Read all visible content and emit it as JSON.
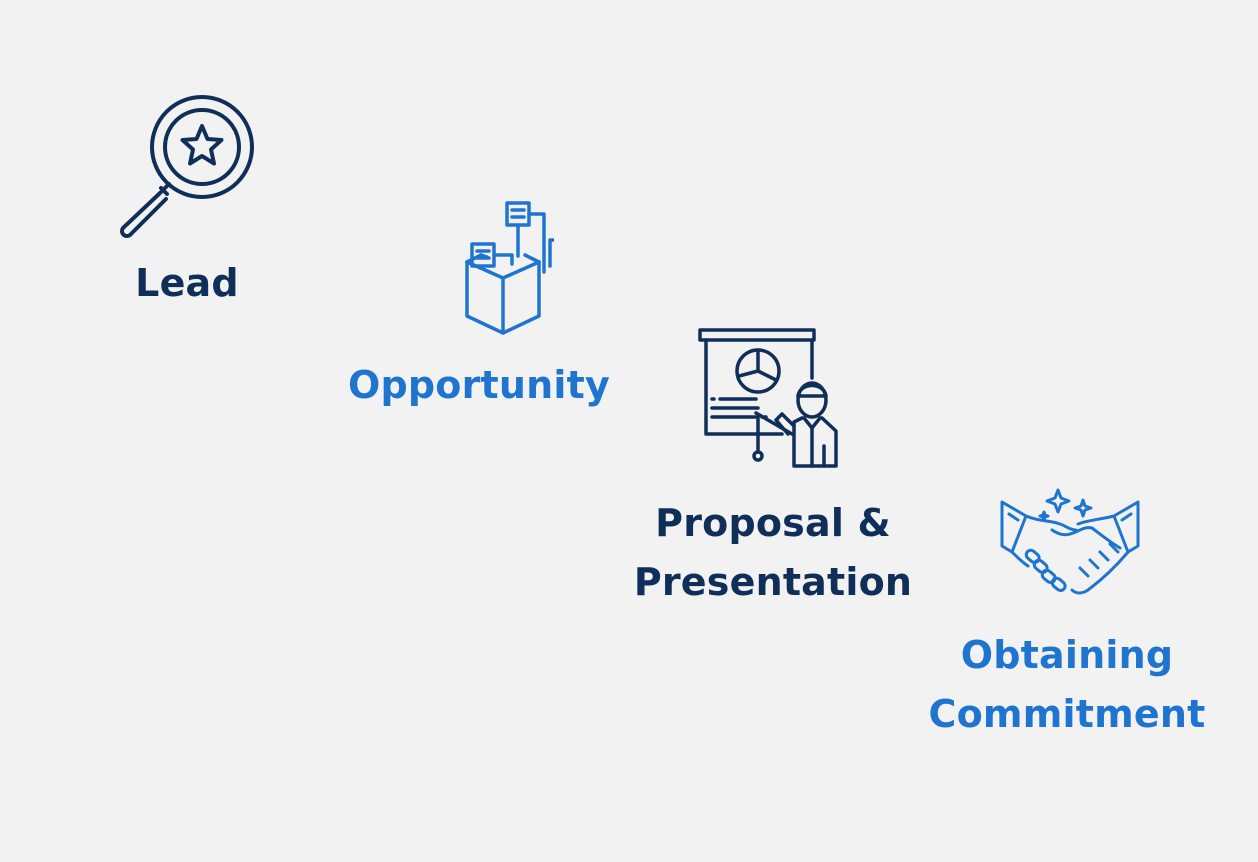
{
  "colors": {
    "background": "#f2f2f3",
    "dark_navy": "#0f2f59",
    "bright_blue": "#1f74d0"
  },
  "steps": [
    {
      "icon": "magnifier-star-icon",
      "label": "Lead",
      "color": "#0f2f59"
    },
    {
      "icon": "box-network-icon",
      "label": "Opportunity",
      "color": "#1f74d0"
    },
    {
      "icon": "presenter-board-icon",
      "label_lines": [
        "Proposal &",
        "Presentation"
      ],
      "color": "#0f2f59"
    },
    {
      "icon": "handshake-icon",
      "label_lines": [
        "Obtaining",
        "Commitment"
      ],
      "color": "#1f74d0"
    }
  ]
}
